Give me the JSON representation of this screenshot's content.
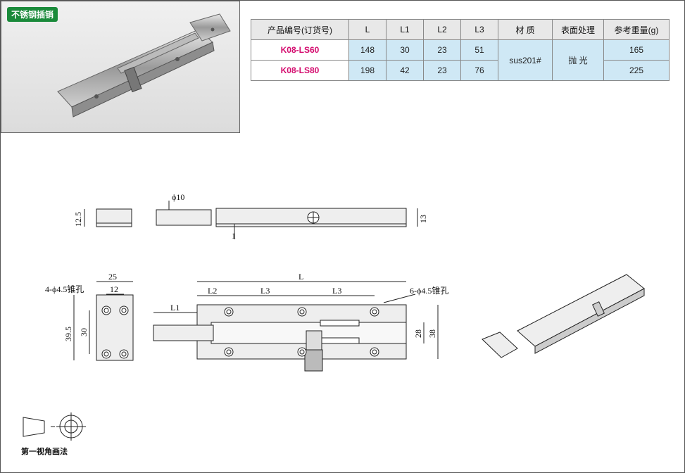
{
  "badge": "不锈钢插销",
  "table": {
    "headers": [
      "产品编号(订货号)",
      "L",
      "L1",
      "L2",
      "L3",
      "材 质",
      "表面处理",
      "参考重量(g)"
    ],
    "rows": [
      {
        "model": "K08-LS60",
        "L": "148",
        "L1": "30",
        "L2": "23",
        "L3": "51",
        "weight": "165"
      },
      {
        "model": "K08-LS80",
        "L": "198",
        "L1": "42",
        "L2": "23",
        "L3": "76",
        "weight": "225"
      }
    ],
    "material": "sus201#",
    "finish": "抛 光"
  },
  "dims": {
    "phi10": "ϕ10",
    "d125": "12.5",
    "d13": "13",
    "d1": "1",
    "d25": "25",
    "d12": "12",
    "hole4": "4-ϕ4.5锥孔",
    "d395": "39.5",
    "d30": "30",
    "L": "L",
    "L1": "L1",
    "L2": "L2",
    "L3a": "L3",
    "L3b": "L3",
    "hole6": "6-ϕ4.5锥孔",
    "d28": "28",
    "d38": "38"
  },
  "projection_caption": "第一视角画法"
}
